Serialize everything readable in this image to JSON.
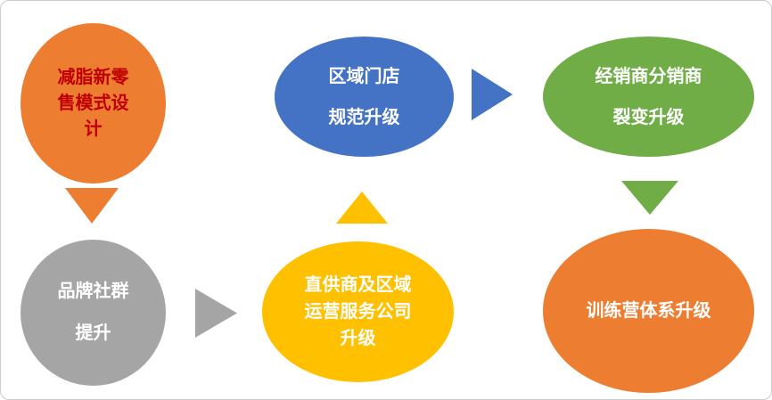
{
  "diagram": {
    "title": "",
    "nodes": [
      {
        "id": "fat-loss-new-retail-model-design",
        "text": "减脂新零\n售模式设\n计",
        "shape": "ellipse",
        "fill": "#ED7D31",
        "text_color": "#C00000"
      },
      {
        "id": "regional-store-standard-upgrade",
        "text": "区域门店\n规范升级",
        "shape": "ellipse",
        "fill": "#4472C4",
        "text_color": "#FFFFFF"
      },
      {
        "id": "dealer-distributor-fission-upgrade",
        "text": "经销商分销商\n裂变升级",
        "shape": "ellipse",
        "fill": "#70AD47",
        "text_color": "#FFFFFF"
      },
      {
        "id": "brand-community-improvement",
        "text": "品牌社群\n提升",
        "shape": "ellipse",
        "fill": "#A5A5A5",
        "text_color": "#FFFFFF"
      },
      {
        "id": "direct-supplier-regional-operation-service-company-upgrade",
        "text": "直供商及区域\n运营服务公司\n升级",
        "shape": "ellipse",
        "fill": "#FFC000",
        "text_color": "#FFFFFF"
      },
      {
        "id": "training-camp-system-upgrade",
        "text": "训练营体系升级",
        "shape": "ellipse",
        "fill": "#ED7D31",
        "text_color": "#FFFFFF"
      }
    ],
    "arrows": [
      {
        "id": "arrow-orange-down",
        "direction": "down",
        "color": "#ED7D31"
      },
      {
        "id": "arrow-gray-right",
        "direction": "right",
        "color": "#A5A5A5"
      },
      {
        "id": "arrow-yellow-up",
        "direction": "up",
        "color": "#FFC000"
      },
      {
        "id": "arrow-blue-right",
        "direction": "right",
        "color": "#4472C4"
      },
      {
        "id": "arrow-green-down",
        "direction": "down",
        "color": "#70AD47"
      }
    ]
  }
}
